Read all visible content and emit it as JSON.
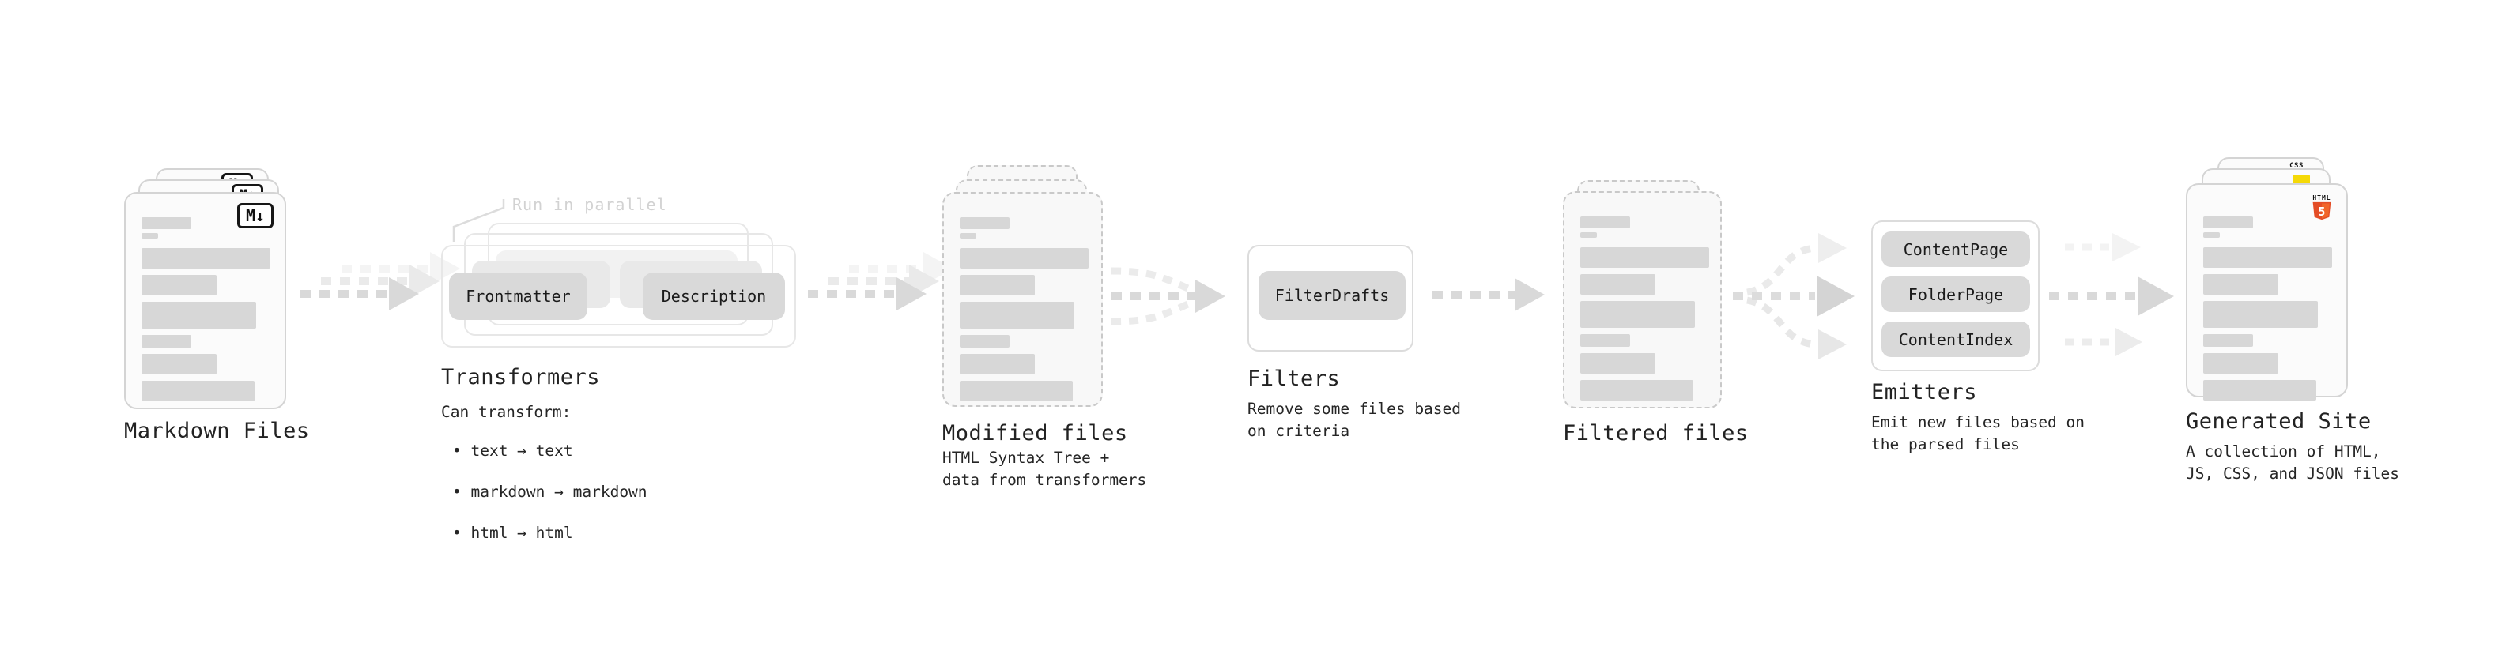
{
  "nodes": {
    "markdown_files": {
      "label": "Markdown Files"
    },
    "transformers": {
      "label": "Transformers",
      "annotation": "Run in parallel",
      "pill_left": "Frontmatter",
      "pill_right": "Description",
      "desc_title": "Can transform:",
      "bullets": [
        "• text → text",
        "• markdown → markdown",
        "• html → html"
      ]
    },
    "modified_files": {
      "label": "Modified files",
      "desc": "HTML Syntax Tree +\ndata from transformers"
    },
    "filters": {
      "label": "Filters",
      "pill": "FilterDrafts",
      "desc": "Remove some files based\non criteria"
    },
    "filtered_files": {
      "label": "Filtered files"
    },
    "emitters": {
      "label": "Emitters",
      "pills": [
        "ContentPage",
        "FolderPage",
        "ContentIndex"
      ],
      "desc": "Emit new files based on\nthe parsed files"
    },
    "generated_site": {
      "label": "Generated Site",
      "desc": "A collection of HTML,\nJS, CSS, and JSON files"
    }
  },
  "icons": {
    "markdown": "M↓",
    "html5_label": "HTML",
    "html5_glyph": "5",
    "css_label": "CSS"
  },
  "colors": {
    "arrow_main": "#d9d9d9",
    "arrow_ghost": "#eaeaea",
    "arrow_faint": "#f4f4f4",
    "pill_bg": "#d9d9d9",
    "bar": "#d7d7d7",
    "text": "#222222",
    "muted_annotation": "#d2d2d2",
    "html5_orange": "#e44d26",
    "html5_orange_light": "#f16529",
    "js_yellow": "#f5d907",
    "css_blue": "#2b66e8"
  }
}
